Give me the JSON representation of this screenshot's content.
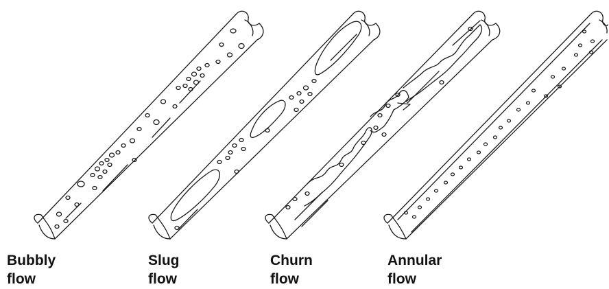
{
  "pipes": [
    {
      "id": "bubbly",
      "line1": "Bubbly",
      "line2": "flow"
    },
    {
      "id": "slug",
      "line1": "Slug",
      "line2": "flow"
    },
    {
      "id": "churn",
      "line1": "Churn",
      "line2": "flow"
    },
    {
      "id": "annular",
      "line1": "Annular",
      "line2": "flow"
    }
  ],
  "colors": {
    "stroke": "#1a1a1a",
    "background": "#ffffff",
    "text": "#111111"
  }
}
